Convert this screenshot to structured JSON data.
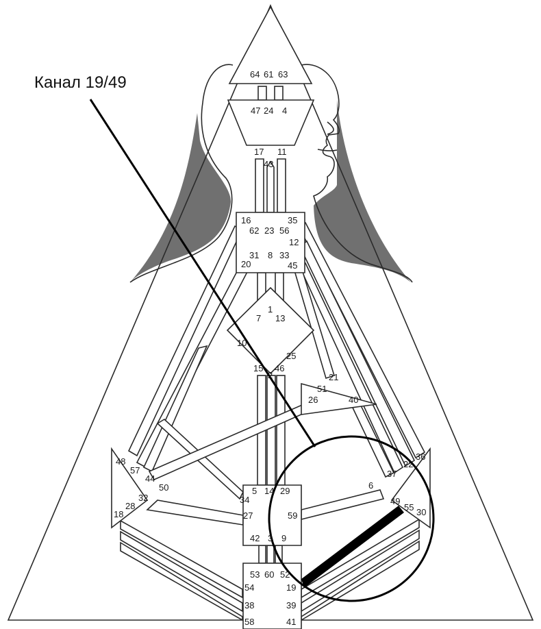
{
  "title": "Канал 19/49",
  "colors": {
    "outline": "#2a2a2a",
    "shade": "#707070",
    "highlight": "#000000",
    "background": "#ffffff"
  },
  "gates": {
    "g64": "64",
    "g61": "61",
    "g63": "63",
    "g47": "47",
    "g24": "24",
    "g4": "4",
    "g17": "17",
    "g11": "11",
    "g43": "43",
    "g16": "16",
    "g35": "35",
    "g62": "62",
    "g23": "23",
    "g56": "56",
    "g12": "12",
    "g31": "31",
    "g8": "8",
    "g33": "33",
    "g20": "20",
    "g45": "45",
    "g7": "7",
    "g1": "1",
    "g13": "13",
    "g10": "10",
    "g25": "25",
    "g15": "15",
    "g2": "2",
    "g46": "46",
    "g21": "21",
    "g51": "51",
    "g26": "26",
    "g40": "40",
    "g48": "48",
    "g57": "57",
    "g44": "44",
    "g50": "50",
    "g36": "36",
    "g22": "22",
    "g37": "37",
    "g6": "6",
    "g5": "5",
    "g14": "14",
    "g29": "29",
    "g34": "34",
    "g27": "27",
    "g59": "59",
    "g49": "49",
    "g55": "55",
    "g30": "30",
    "g18": "18",
    "g28": "28",
    "g32": "32",
    "g42": "42",
    "g3": "3",
    "g9": "9",
    "g53": "53",
    "g60": "60",
    "g52": "52",
    "g54": "54",
    "g19": "19",
    "g38": "38",
    "g39": "39",
    "g58": "58",
    "g41": "41"
  }
}
